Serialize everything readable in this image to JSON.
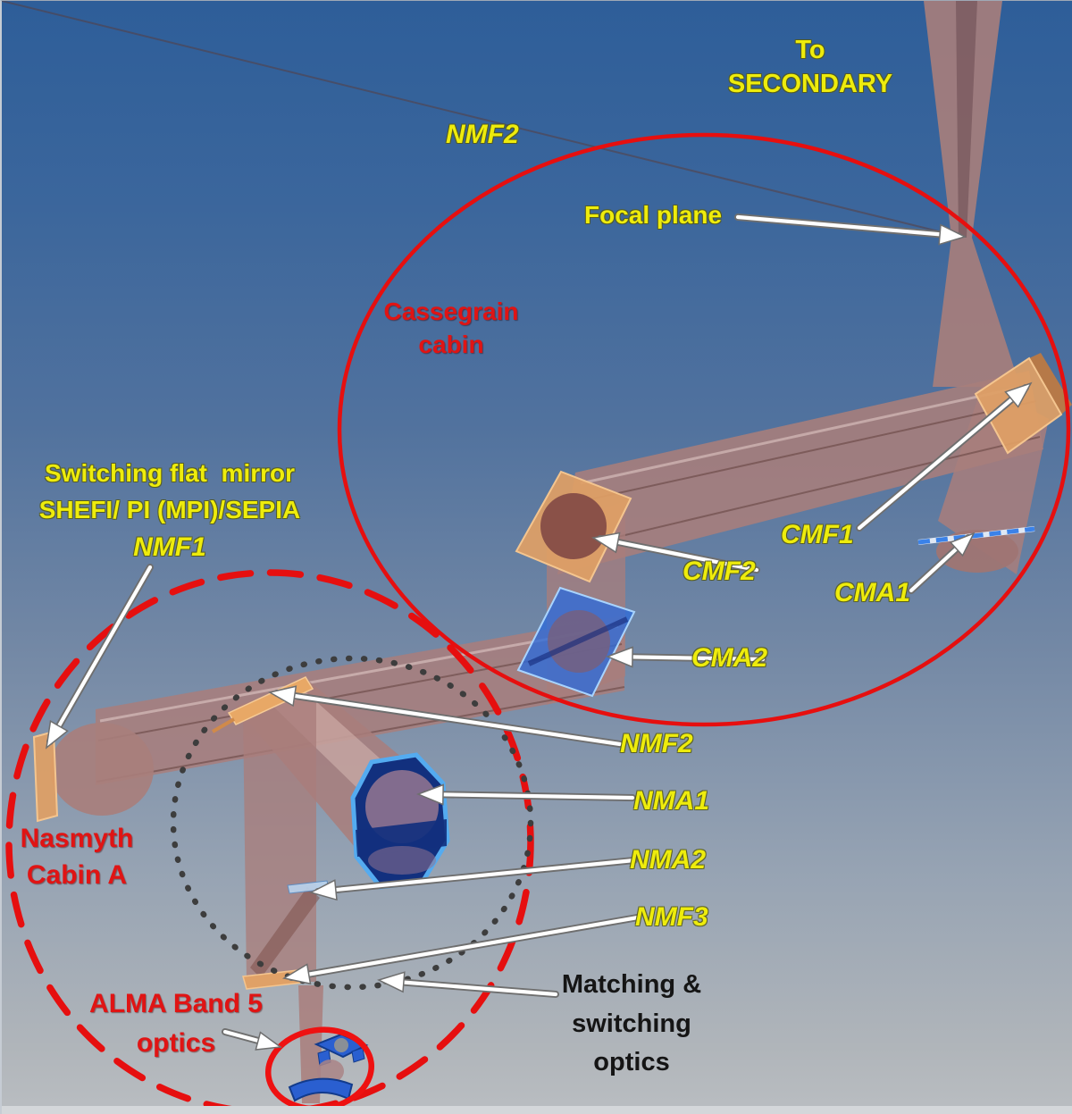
{
  "labels": {
    "to_secondary_line1": "To",
    "to_secondary_line2": "SECONDARY",
    "nmf2_top": "NMF2",
    "focal_plane": "Focal plane",
    "cassegrain_line1": "Cassegrain",
    "cassegrain_line2": "cabin",
    "cmf1": "CMF1",
    "cma1": "CMA1",
    "cmf2": "CMF2",
    "cma2": "CMA2",
    "switching_line1": "Switching flat  mirror",
    "switching_line2": "SHEFI/ PI (MPI)/SEPIA",
    "nmf1": "NMF1",
    "nasmyth_line1": "Nasmyth",
    "nasmyth_line2": "Cabin A",
    "nmf2_right": "NMF2",
    "nma1": "NMA1",
    "nma2": "NMA2",
    "nmf3": "NMF3",
    "alma_line1": "ALMA Band 5",
    "alma_line2": "optics",
    "matching_line1": "Matching &",
    "matching_line2": "switching",
    "matching_line3": "optics"
  },
  "regions": [
    {
      "label": "Cassegrain cabin",
      "outline": "solid red ellipse"
    },
    {
      "label": "Nasmyth Cabin A",
      "outline": "dashed red circle"
    },
    {
      "label": "Matching & switching optics",
      "outline": "dotted black circle"
    },
    {
      "label": "ALMA Band 5 optics",
      "outline": "small solid red ellipse"
    }
  ],
  "optical_elements": [
    "NMF1",
    "NMF2",
    "NMF3",
    "NMA1",
    "NMA2",
    "CMF1",
    "CMF2",
    "CMA1",
    "CMA2"
  ],
  "colors": {
    "label_yellow": "#eeec0c",
    "label_red": "#e01414",
    "label_black": "#151515",
    "region_red": "#e60f0f",
    "region_black": "#3d3d3d",
    "mirror_orange": "#df9f65",
    "mirror_blue": "#2f6cd8",
    "beam_salmon": "#a97e7b",
    "background_top": "#2e5e99",
    "background_bottom": "#b8bcc0"
  }
}
